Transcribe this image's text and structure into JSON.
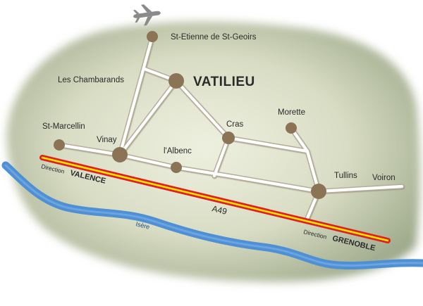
{
  "colors": {
    "background": "#ffffff",
    "land_center": "#eef0e0",
    "land_edge": "#9ea98b",
    "road": "#ffffff",
    "road_edge": "#b4aa96",
    "town": "#8b7355",
    "highlight_text": "#9a7b4f",
    "river": "#4f8fd4",
    "highway_red": "#e02020",
    "highway_yellow": "#f7e600",
    "airplane": "#8a8a8a"
  },
  "icons": {
    "airport": "airplane-icon"
  },
  "towns": {
    "st_etienne": "St-Etienne de St-Geoirs",
    "les_chambarands": "Les Chambarands",
    "vatilieu": "VATILIEU",
    "st_marcellin": "St-Marcellin",
    "vinay": "Vinay",
    "albenc": "l'Albenc",
    "cras": "Cras",
    "morette": "Morette",
    "tullins": "Tullins",
    "voiron": "Voiron"
  },
  "highway": {
    "name": "A49",
    "direction_left_prefix": "Direction",
    "direction_left_city": "VALENCE",
    "direction_right_prefix": "Direction",
    "direction_right_city": "GRENOBLE"
  },
  "river": {
    "name": "Isère"
  }
}
